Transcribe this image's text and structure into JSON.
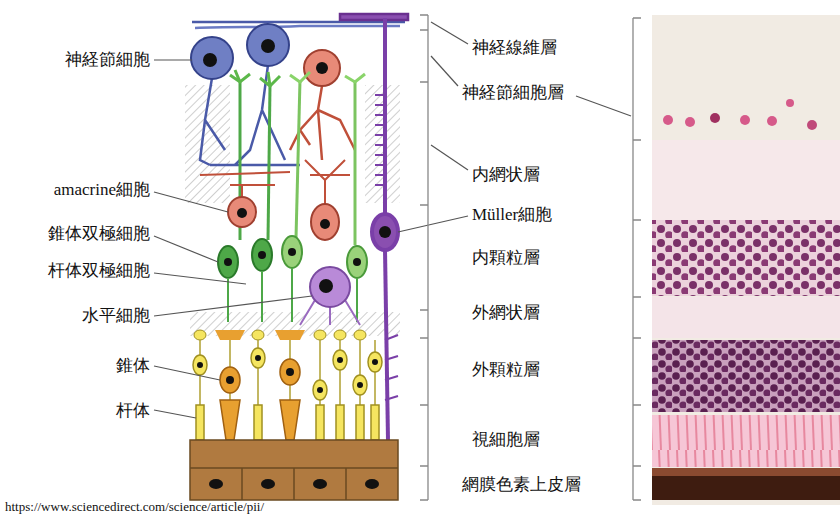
{
  "diagram": {
    "labels": [
      "神経節細胞",
      "神経線維層",
      "神経節細胞層",
      "内網状層",
      "amacrine細胞",
      "Müller細胞",
      "錐体双極細胞",
      "内顆粒層",
      "杆体双極細胞",
      "水平細胞",
      "外網状層",
      "錐体",
      "外顆粒層",
      "杆体",
      "視細胞層",
      "網膜色素上皮層",
      "https://www.sciencedirect.com/science/article/pii/"
    ]
  }
}
